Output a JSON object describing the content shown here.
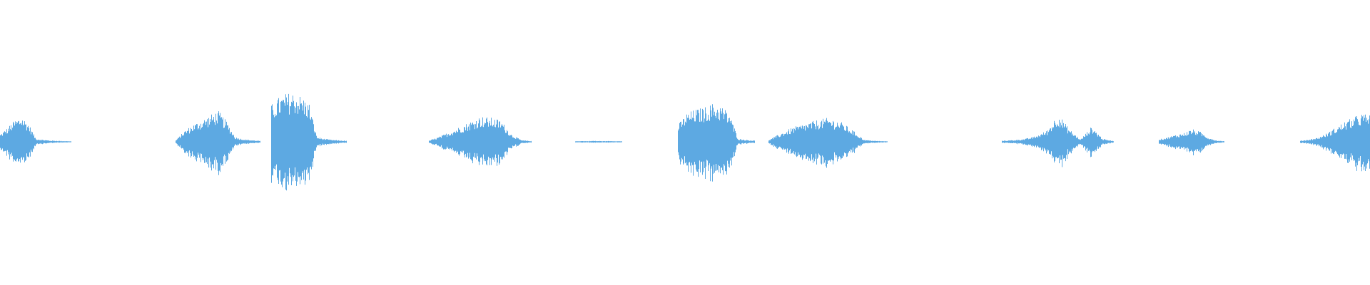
{
  "waveform": {
    "color": "#5DA9E2",
    "background": "#FFFFFF",
    "segments": [
      {
        "name": "segment-1",
        "start": 0.0,
        "end": 0.052,
        "peak": 0.18,
        "envelope": [
          0.3,
          0.55,
          0.85,
          1.0,
          0.7,
          0.12,
          0.08,
          0.05,
          0.04,
          0.03,
          0.02
        ]
      },
      {
        "name": "segment-2",
        "start": 0.128,
        "end": 0.19,
        "peak": 0.22,
        "envelope": [
          0.05,
          0.35,
          0.55,
          0.7,
          0.85,
          1.0,
          0.65,
          0.15,
          0.08,
          0.05,
          0.03
        ]
      },
      {
        "name": "segment-3",
        "start": 0.198,
        "end": 0.253,
        "peak": 0.35,
        "envelope": [
          0.75,
          0.9,
          0.98,
          1.0,
          0.92,
          0.78,
          0.1,
          0.06,
          0.04,
          0.03,
          0.02
        ]
      },
      {
        "name": "segment-4",
        "start": 0.313,
        "end": 0.388,
        "peak": 0.18,
        "envelope": [
          0.05,
          0.2,
          0.4,
          0.6,
          0.8,
          1.0,
          0.95,
          0.85,
          0.3,
          0.06,
          0.03
        ]
      },
      {
        "name": "segment-5",
        "start": 0.42,
        "end": 0.454,
        "peak": 0.01,
        "envelope": [
          0.4,
          0.6,
          0.5,
          0.7,
          0.6,
          0.5,
          0.6,
          0.5,
          0.4
        ]
      },
      {
        "name": "segment-6",
        "start": 0.495,
        "end": 0.551,
        "peak": 0.27,
        "envelope": [
          0.45,
          0.75,
          0.85,
          0.9,
          1.0,
          0.95,
          0.75,
          0.08,
          0.05,
          0.03
        ]
      },
      {
        "name": "segment-7",
        "start": 0.561,
        "end": 0.648,
        "peak": 0.17,
        "envelope": [
          0.08,
          0.35,
          0.6,
          0.75,
          0.9,
          1.0,
          0.85,
          0.5,
          0.08,
          0.04,
          0.02
        ]
      },
      {
        "name": "segment-8",
        "start": 0.731,
        "end": 0.813,
        "peak": 0.2,
        "envelope": [
          0.04,
          0.06,
          0.1,
          0.2,
          0.4,
          1.0,
          0.45,
          0.08,
          0.55,
          0.1,
          0.03
        ]
      },
      {
        "name": "segment-9",
        "start": 0.846,
        "end": 0.894,
        "peak": 0.09,
        "envelope": [
          0.2,
          0.35,
          0.55,
          0.7,
          1.0,
          0.8,
          0.35,
          0.1,
          0.05
        ]
      },
      {
        "name": "segment-10",
        "start": 0.949,
        "end": 1.0,
        "peak": 0.2,
        "envelope": [
          0.04,
          0.08,
          0.15,
          0.3,
          0.5,
          0.7,
          0.85,
          1.0,
          0.95
        ]
      }
    ]
  }
}
